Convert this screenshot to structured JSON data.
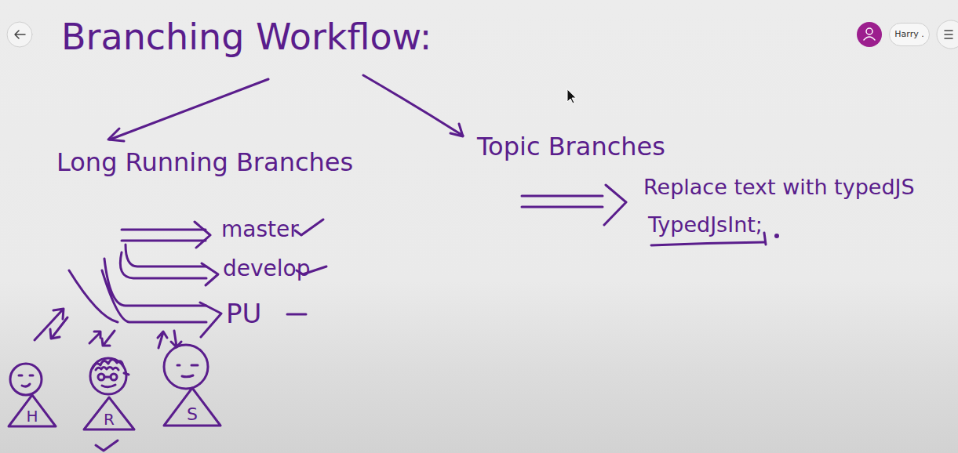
{
  "diagram": {
    "title": "Branching Workflow:",
    "nodes": [
      {
        "text": [
          "Harry ."
        ]
      },
      {
        "text": [
          "H"
        ]
      },
      {
        "text": [
          "R"
        ]
      },
      {
        "text": [
          "S"
        ]
      }
    ],
    "labels": [
      "Long Running Branches",
      "Topic Branches",
      "master",
      "develop",
      "PU",
      "Replace text with typedJS",
      "TypedJsInt;"
    ]
  }
}
